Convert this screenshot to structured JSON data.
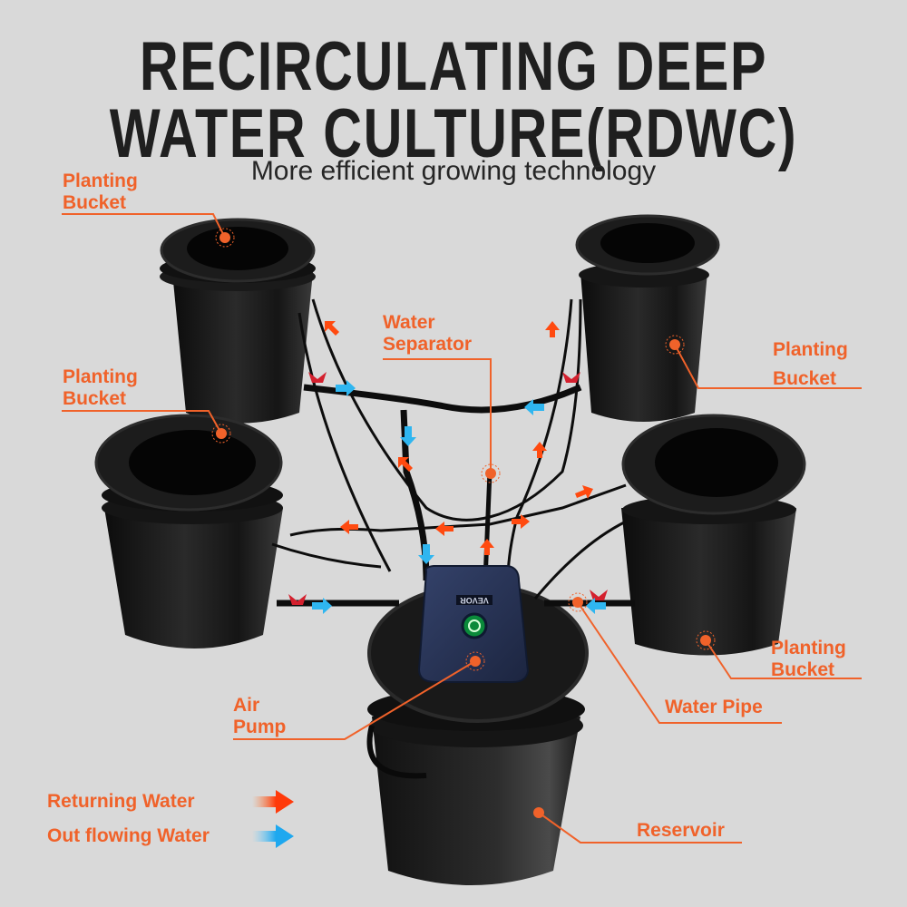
{
  "header": {
    "title_line1": "RECIRCULATING DEEP",
    "title_line2": "WATER CULTURE(RDWC)",
    "subtitle": "More efficient growing technology"
  },
  "labels": {
    "planting_bucket_top_left": {
      "line1": "Planting",
      "line2": "Bucket"
    },
    "planting_bucket_mid_left": {
      "line1": "Planting",
      "line2": "Bucket"
    },
    "planting_bucket_top_right": {
      "line1": "Planting",
      "line2": "Bucket"
    },
    "planting_bucket_bottom_right": {
      "line1": "Planting",
      "line2": "Bucket"
    },
    "water_separator": {
      "line1": "Water",
      "line2": "Separator"
    },
    "air_pump": {
      "line1": "Air",
      "line2": "Pump"
    },
    "water_pipe": "Water Pipe",
    "reservoir": "Reservoir"
  },
  "pump": {
    "brand": "VEVOR"
  },
  "legend": {
    "returning": {
      "label": "Returning Water",
      "color": "#ff4a10"
    },
    "outflowing": {
      "label": "Out flowing Water",
      "color": "#2fb6f0"
    }
  },
  "colors": {
    "accent": "#f0622a",
    "background": "#d9d9d9",
    "title": "#1f1f1f",
    "bucket": "#141414",
    "pump": "#24304f",
    "valve": "#d4202e"
  }
}
